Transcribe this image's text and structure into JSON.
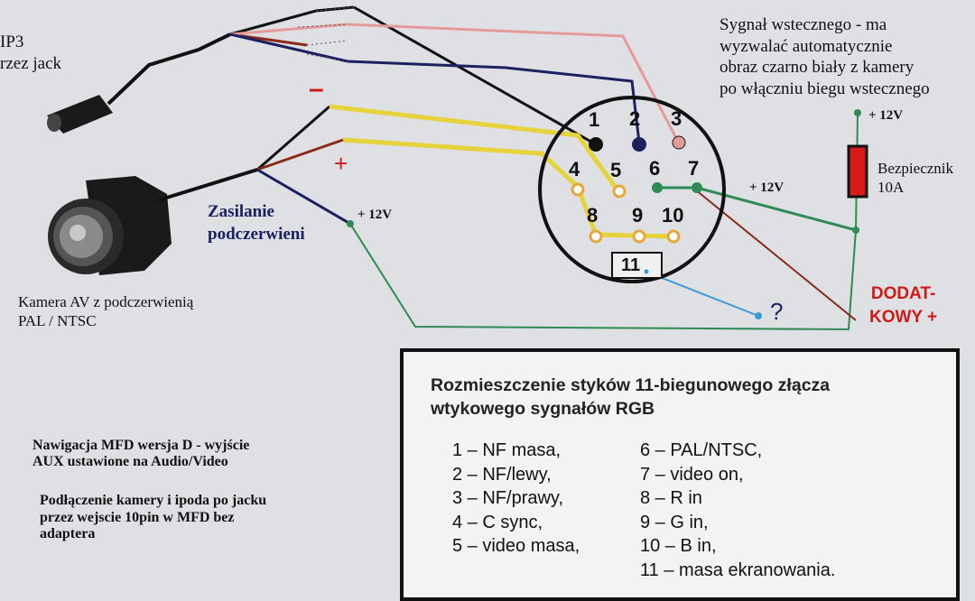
{
  "texts": {
    "mp3_line1": "IP3",
    "mp3_line2": "rzez jack",
    "reverse_signal": [
      "Sygnał wstecznego - ma",
      "wyzwalać automatycznie",
      "obraz czarno biały z kamery",
      "po włączniu biegu wstecznego"
    ],
    "plus12v_top": "+ 12V",
    "fuse_label": [
      "Bezpiecznik",
      "10A"
    ],
    "plus12v_pin7": "+ 12V",
    "plus12v_left": "+ 12V",
    "minus_sign": "–",
    "plus_sign": "+",
    "ir_power": [
      "Zasilanie",
      "podczerwieni"
    ],
    "camera_label": [
      "Kamera AV z podczerwienią",
      "PAL / NTSC"
    ],
    "dodatkowy": [
      "DODAT-",
      "KOWY +"
    ],
    "question": "?",
    "nav_note": [
      "Nawigacja MFD wersja D - wyjście",
      "AUX ustawione na Audio/Video"
    ],
    "connect_note": [
      "Podłączenie kamery i ipoda po jacku",
      "przez wejscie 10pin w MFD bez",
      "adaptera"
    ]
  },
  "pins": [
    "1",
    "2",
    "3",
    "4",
    "5",
    "6",
    "7",
    "8",
    "9",
    "10",
    "11"
  ],
  "legend": {
    "title_line1": "Rozmieszczenie styków 11-biegunowego złącza",
    "title_line2": "wtykowego sygnałów RGB",
    "left_column": [
      "1 – NF masa,",
      "2 – NF/lewy,",
      "3 – NF/prawy,",
      "4 – C sync,",
      "5 – video masa,"
    ],
    "right_column": [
      "6 – PAL/NTSC,",
      "7 – video on,",
      "8 – R in",
      "9 – G in,",
      "10 – B in,",
      "11 – masa ekranowania."
    ]
  },
  "colors": {
    "red_text": "#d01818",
    "navy_text": "#1a2060",
    "yellow_wire": "#e6d23a",
    "green_wire": "#2e8b57",
    "pink_wire": "#e59a9a",
    "brown_wire": "#8b2a1a",
    "blue_wire": "#3a9ad9",
    "fuse_red": "#d81a1a"
  }
}
